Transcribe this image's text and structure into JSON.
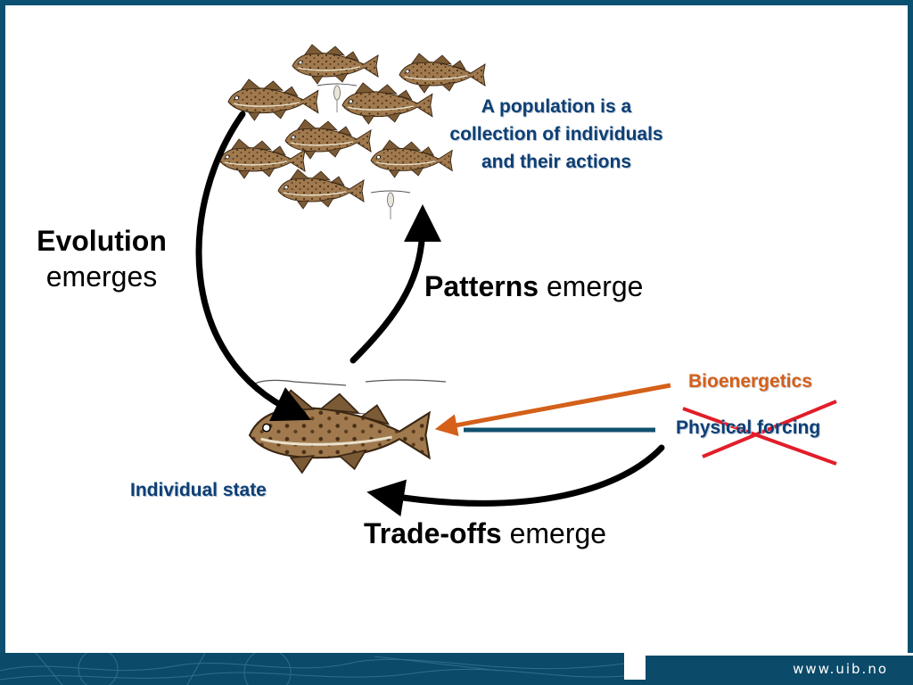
{
  "population_note": "A population is a collection of individuals and their actions",
  "evolution": {
    "bold": "Evolution",
    "rest": "emerges"
  },
  "patterns": {
    "bold": "Patterns",
    "rest": " emerge"
  },
  "tradeoffs": {
    "bold": "Trade-offs",
    "rest": " emerge"
  },
  "bioenergetics": "Bioenergetics",
  "physical_forcing": "Physical forcing",
  "individual_state": "Individual state",
  "footer_url": "www.uib.no",
  "colors": {
    "label_blue": "#0e3f74",
    "bioenergetics_orange": "#d4601a",
    "physical_line": "#10506e",
    "cross_red": "#e11e2a",
    "frame": "#0b5070"
  }
}
